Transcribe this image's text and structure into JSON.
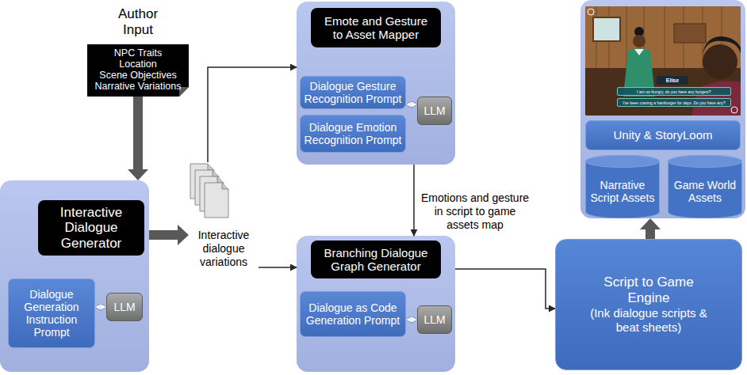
{
  "diagram": {
    "nodes": [
      {
        "text": [
          "Author Input",
          "NPC Traits",
          "Location",
          "Scene Objectives",
          "Narrative Variations"
        ]
      },
      {
        "text": [
          "Interactive Dialogue Generator"
        ]
      },
      {
        "text": [
          "Dialogue Generation Instruction Prompt"
        ],
        "in": 1
      },
      {
        "text": [
          "LLM"
        ],
        "in": 1
      },
      {
        "text": [
          "Interactive dialogue variations"
        ]
      },
      {
        "text": [
          "Emote and Gesture to Asset Mapper"
        ]
      },
      {
        "text": [
          "Dialogue Gesture Recognition Prompt"
        ],
        "in": 5
      },
      {
        "text": [
          "Dialogue Emotion Recognition Prompt"
        ],
        "in": 5
      },
      {
        "text": [
          "LLM"
        ],
        "in": 5
      },
      {
        "text": [
          "Branching Dialogue Graph Generator"
        ]
      },
      {
        "text": [
          "Dialogue as Code Generation Prompt"
        ],
        "in": 9
      },
      {
        "text": [
          "LLM"
        ],
        "in": 9
      },
      {
        "text": [
          "Elise",
          "I am so hungry, do you have any burgers?",
          "I've been craving a hamburger for days. Do you have any?"
        ]
      },
      {
        "text": [
          "Unity & StoryLoom"
        ],
        "in": 12
      },
      {
        "text": [
          "Narrative Script Assets"
        ],
        "in": 12
      },
      {
        "text": [
          "Game World Assets"
        ],
        "in": 12
      },
      {
        "text": [
          "Script to Game Engine",
          "(Ink dialogue scripts & beat sheets)"
        ]
      }
    ],
    "edges": [
      {
        "from": 0,
        "to": 1,
        "arrow": "to"
      },
      {
        "from": 1,
        "to": 4,
        "arrow": "to"
      },
      {
        "from": 4,
        "to": 5,
        "arrow": "to"
      },
      {
        "from": 4,
        "to": 9,
        "arrow": "to"
      },
      {
        "from": 5,
        "to": 9,
        "label": "Emotions and gesture in script to game assets map",
        "arrow": "to"
      },
      {
        "from": 2,
        "to": 3,
        "arrow": "both"
      },
      {
        "from": 6,
        "to": 8,
        "arrow": "both"
      },
      {
        "from": 10,
        "to": 11,
        "arrow": "both"
      },
      {
        "from": 9,
        "to": 16,
        "arrow": "to"
      },
      {
        "from": 16,
        "to": 12,
        "arrow": "to"
      }
    ]
  }
}
